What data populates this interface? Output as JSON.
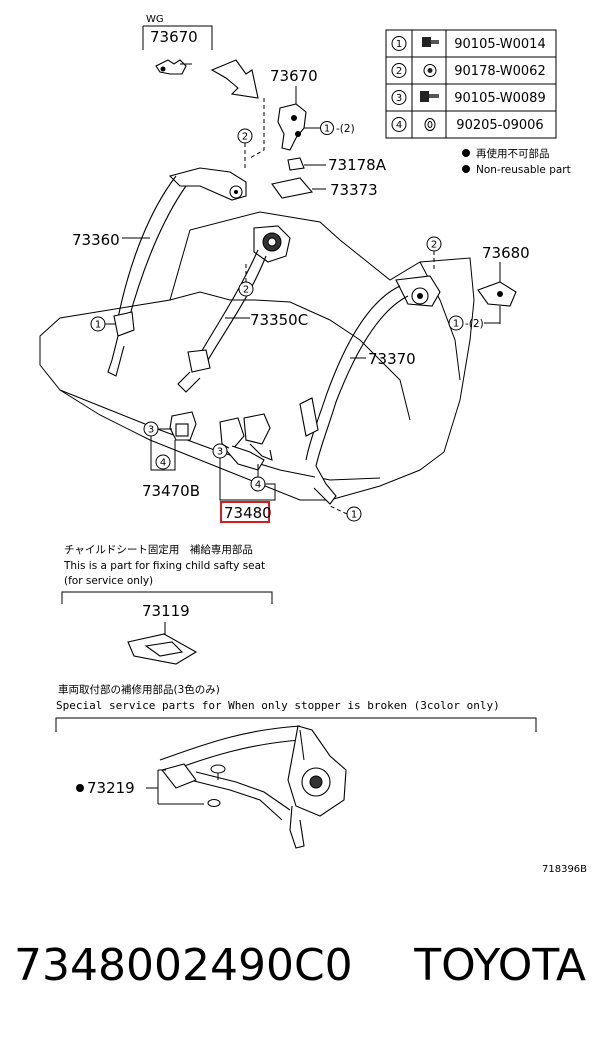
{
  "callouts": {
    "wg": "WG",
    "p73670_top": "73670",
    "p73670": "73670",
    "p73178a": "73178A",
    "p73373": "73373",
    "p73360": "73360",
    "p73350c": "73350C",
    "p73680": "73680",
    "p73370": "73370",
    "p73470b": "73470B",
    "p73480": "73480",
    "p73119": "73119",
    "p73219": "73219",
    "qty_1_2_a": "①-(2)",
    "qty_1_2_b": "①-(2)"
  },
  "fastener_table": [
    {
      "ref": "1",
      "part": "90105-W0014"
    },
    {
      "ref": "2",
      "part": "90178-W0062"
    },
    {
      "ref": "3",
      "part": "90105-W0089"
    },
    {
      "ref": "4",
      "part": "90205-09006"
    }
  ],
  "legend": {
    "ja": "再使用不可部品",
    "en": "Non-reusable part"
  },
  "child_seat_note": {
    "ja": "チャイルドシート固定用　補給専用部品",
    "en1": "This is a part for fixing child safty seat",
    "en2": "(for service only)"
  },
  "service_note": {
    "ja": "車両取付部の補修用部品(3色のみ)",
    "en": "Special  service  parts  for  When  only  stopper  is  broken  (3color  only)"
  },
  "diagram_code": "718396B",
  "footer": {
    "part_number": "7348002490C0",
    "brand": "TOYOTA"
  },
  "highlight_color": "#d21e1e"
}
